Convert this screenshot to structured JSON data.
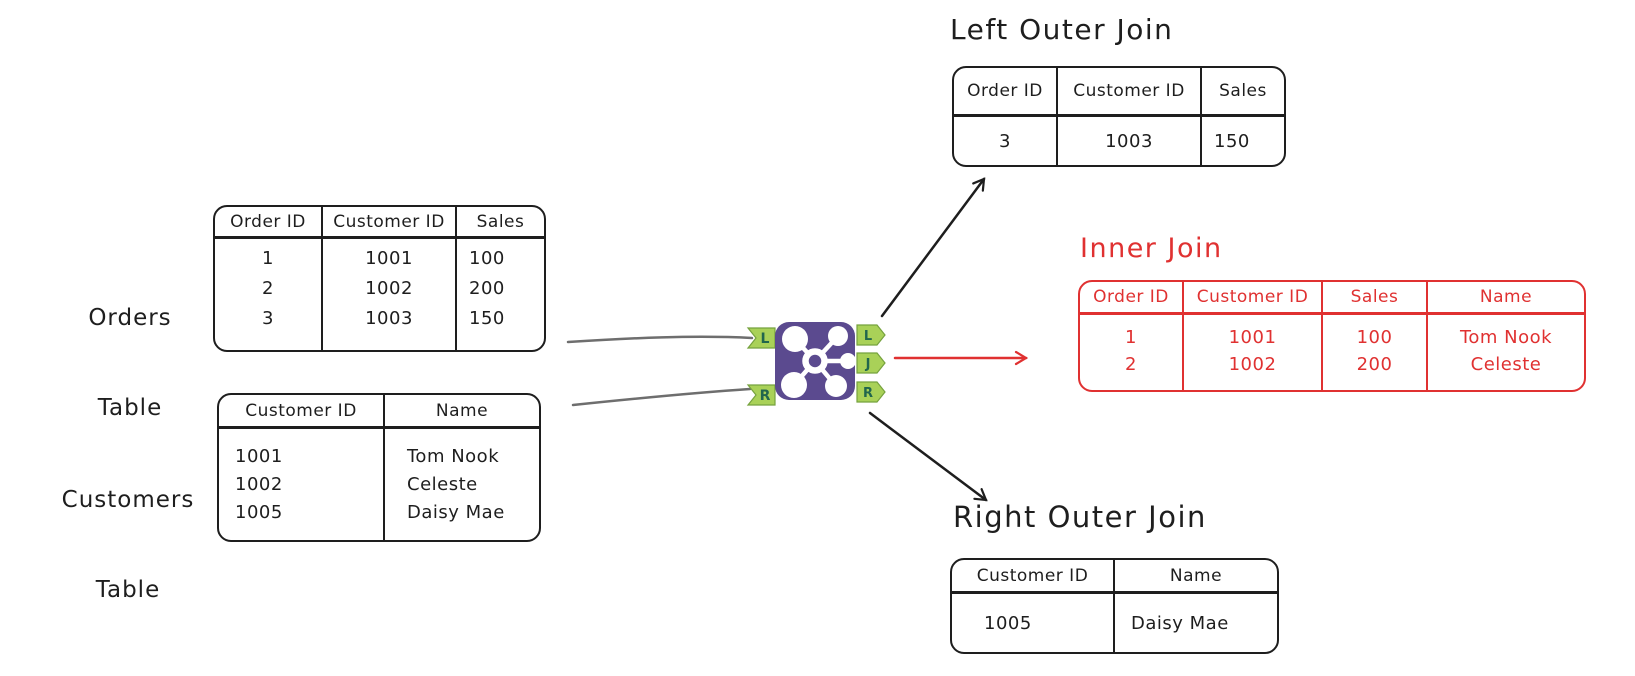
{
  "labels": {
    "orders_line1": "Orders",
    "orders_line2": "Table",
    "customers_line1": "Customers",
    "customers_line2": "Table"
  },
  "titles": {
    "left_outer": "Left Outer Join",
    "inner": "Inner Join",
    "right_outer": "Right Outer Join"
  },
  "tables": {
    "orders": {
      "headers": [
        "Order ID",
        "Customer ID",
        "Sales"
      ],
      "rows": [
        [
          "1",
          "1001",
          "100"
        ],
        [
          "2",
          "1002",
          "200"
        ],
        [
          "3",
          "1003",
          "150"
        ]
      ]
    },
    "customers": {
      "headers": [
        "Customer ID",
        "Name"
      ],
      "rows": [
        [
          "1001",
          "Tom Nook"
        ],
        [
          "1002",
          "Celeste"
        ],
        [
          "1005",
          "Daisy Mae"
        ]
      ]
    },
    "left_outer": {
      "headers": [
        "Order ID",
        "Customer ID",
        "Sales"
      ],
      "rows": [
        [
          "3",
          "1003",
          "150"
        ]
      ]
    },
    "inner": {
      "headers": [
        "Order ID",
        "Customer ID",
        "Sales",
        "Name"
      ],
      "rows": [
        [
          "1",
          "1001",
          "100",
          "Tom Nook"
        ],
        [
          "2",
          "1002",
          "200",
          "Celeste"
        ]
      ]
    },
    "right_outer": {
      "headers": [
        "Customer ID",
        "Name"
      ],
      "rows": [
        [
          "1005",
          "Daisy Mae"
        ]
      ]
    }
  },
  "join_node": {
    "input_anchors": [
      "L",
      "R"
    ],
    "output_anchors": [
      "L",
      "J",
      "R"
    ]
  },
  "colors": {
    "ink": "#1e1e1e",
    "highlight_red": "#e03131",
    "connector_gray": "#6e6e6e",
    "node_purple": "#5b4a8f",
    "anchor_green": "#a9d158",
    "anchor_border": "#76a23e",
    "anchor_letter": "#21664d"
  }
}
